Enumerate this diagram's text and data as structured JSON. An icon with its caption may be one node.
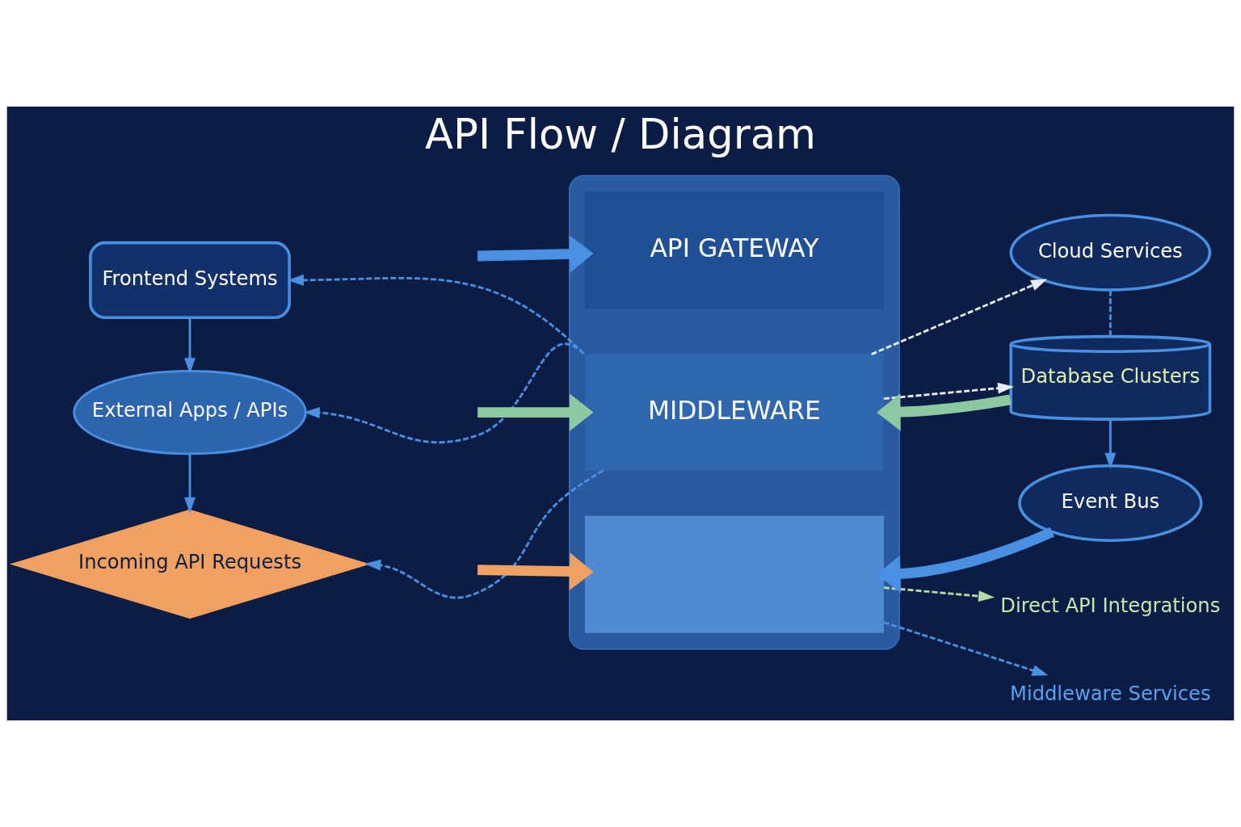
{
  "diagram": {
    "title": "API Flow / Diagram",
    "nodes": [
      {
        "text": [
          "Frontend Systems"
        ]
      },
      {
        "text": [
          "External Apps / APIs"
        ]
      },
      {
        "text": [
          "Incoming API Requests"
        ]
      },
      {
        "text": [],
        "shape": "box"
      },
      {
        "text": [
          "API GATEWAY"
        ],
        "in": 3
      },
      {
        "text": [
          "MIDDLEWARE"
        ],
        "in": 3
      },
      {
        "text": [],
        "shape": "box",
        "in": 3
      },
      {
        "text": [
          "Cloud Services"
        ]
      },
      {
        "text": [
          "Database Clusters"
        ]
      },
      {
        "text": [
          "Event Bus"
        ]
      },
      {
        "text": [
          "Direct API Integrations"
        ]
      },
      {
        "text": [
          "Middleware Services"
        ]
      }
    ],
    "edges": [
      {
        "from": 0,
        "to": 1,
        "arrow": "to"
      },
      {
        "from": 1,
        "to": 2,
        "arrow": "to"
      },
      {
        "from": 5,
        "to": 0,
        "arrow": "to",
        "style": "dashed"
      },
      {
        "from": 5,
        "to": 1,
        "arrow": "to",
        "style": "dashed"
      },
      {
        "from": 5,
        "to": 2,
        "arrow": "to",
        "style": "dashed"
      },
      {
        "from": null,
        "to": 4,
        "arrow": "to",
        "style": "thick"
      },
      {
        "from": null,
        "to": 5,
        "arrow": "to",
        "style": "thick",
        "color": "#8cc8a0"
      },
      {
        "from": null,
        "to": 6,
        "arrow": "to",
        "style": "thick",
        "color": "#f0a060"
      },
      {
        "from": 5,
        "to": 7,
        "arrow": "to",
        "style": "dashed",
        "color": "#e6edf7"
      },
      {
        "from": 5,
        "to": 8,
        "arrow": "to",
        "style": "dashed",
        "color": "#e6edf7"
      },
      {
        "from": 8,
        "to": 5,
        "arrow": "to",
        "style": "thick",
        "color": "#8cc8a0"
      },
      {
        "from": 9,
        "to": 6,
        "arrow": "to",
        "style": "thick"
      },
      {
        "from": 7,
        "to": 8,
        "arrow": "none",
        "style": "dashed"
      },
      {
        "from": 8,
        "to": 9,
        "arrow": "to"
      },
      {
        "from": 6,
        "to": 10,
        "arrow": "to",
        "style": "dashed",
        "color": "#b5dba5"
      },
      {
        "from": 6,
        "to": 11,
        "arrow": "to",
        "style": "dashed"
      }
    ]
  }
}
